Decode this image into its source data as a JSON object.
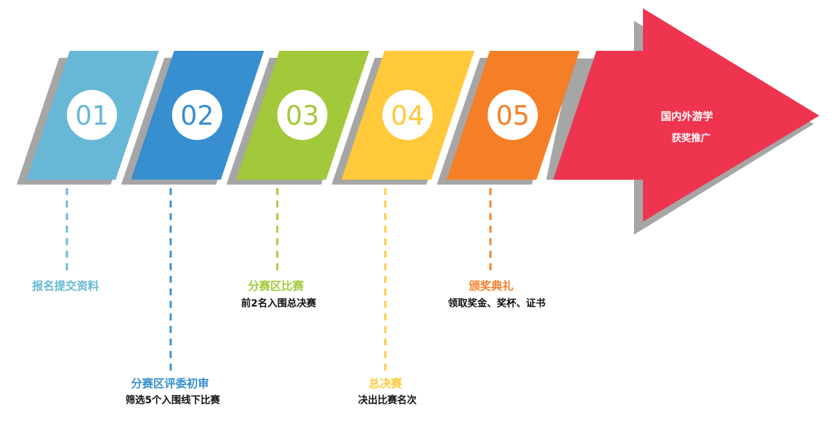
{
  "diagram": {
    "steps": [
      {
        "number": "01",
        "color": "#67b8d6",
        "title": "报名提交资料",
        "subtitle": ""
      },
      {
        "number": "02",
        "color": "#388fd0",
        "title": "分赛区评委初审",
        "subtitle": "筛选5个入围线下比赛"
      },
      {
        "number": "03",
        "color": "#a2c93a",
        "title": "分赛区比赛",
        "subtitle": "前2名入围总决赛"
      },
      {
        "number": "04",
        "color": "#ffc93a",
        "title": "总决赛",
        "subtitle": "决出比赛名次"
      },
      {
        "number": "05",
        "color": "#f47f26",
        "title": "颁奖典礼",
        "subtitle": "领取奖金、奖杯、证书"
      }
    ],
    "arrow": {
      "color": "#ee344e",
      "line1": "国内外游学",
      "line2": "获奖推广"
    },
    "shadow_color": "#a6a6a6"
  }
}
